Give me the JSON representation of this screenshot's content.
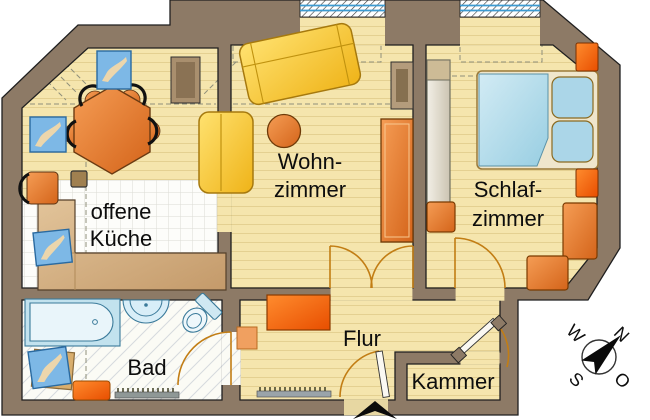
{
  "plan": {
    "rooms": {
      "kitchen": {
        "line1": "offene",
        "line2": "Küche"
      },
      "living": {
        "line1": "Wohn-",
        "line2": "zimmer"
      },
      "bedroom": {
        "line1": "Schlaf-",
        "line2": "zimmer"
      },
      "bath": {
        "label": "Bad"
      },
      "hallway": {
        "label": "Flur"
      },
      "storage": {
        "label": "Kammer"
      }
    },
    "compass": {
      "n": "N",
      "e": "O",
      "s": "S",
      "w": "W"
    },
    "colors": {
      "wall": "#8d7a66",
      "floor": "#f5e5ad",
      "furniture_orange": "#e87820",
      "furniture_bright_orange": "#ff6a10",
      "furniture_yellow": "#f7c92e",
      "furniture_blue": "#a9d7ea",
      "door_arc": "#c27d14",
      "window_line": "#3d9bd1"
    }
  }
}
